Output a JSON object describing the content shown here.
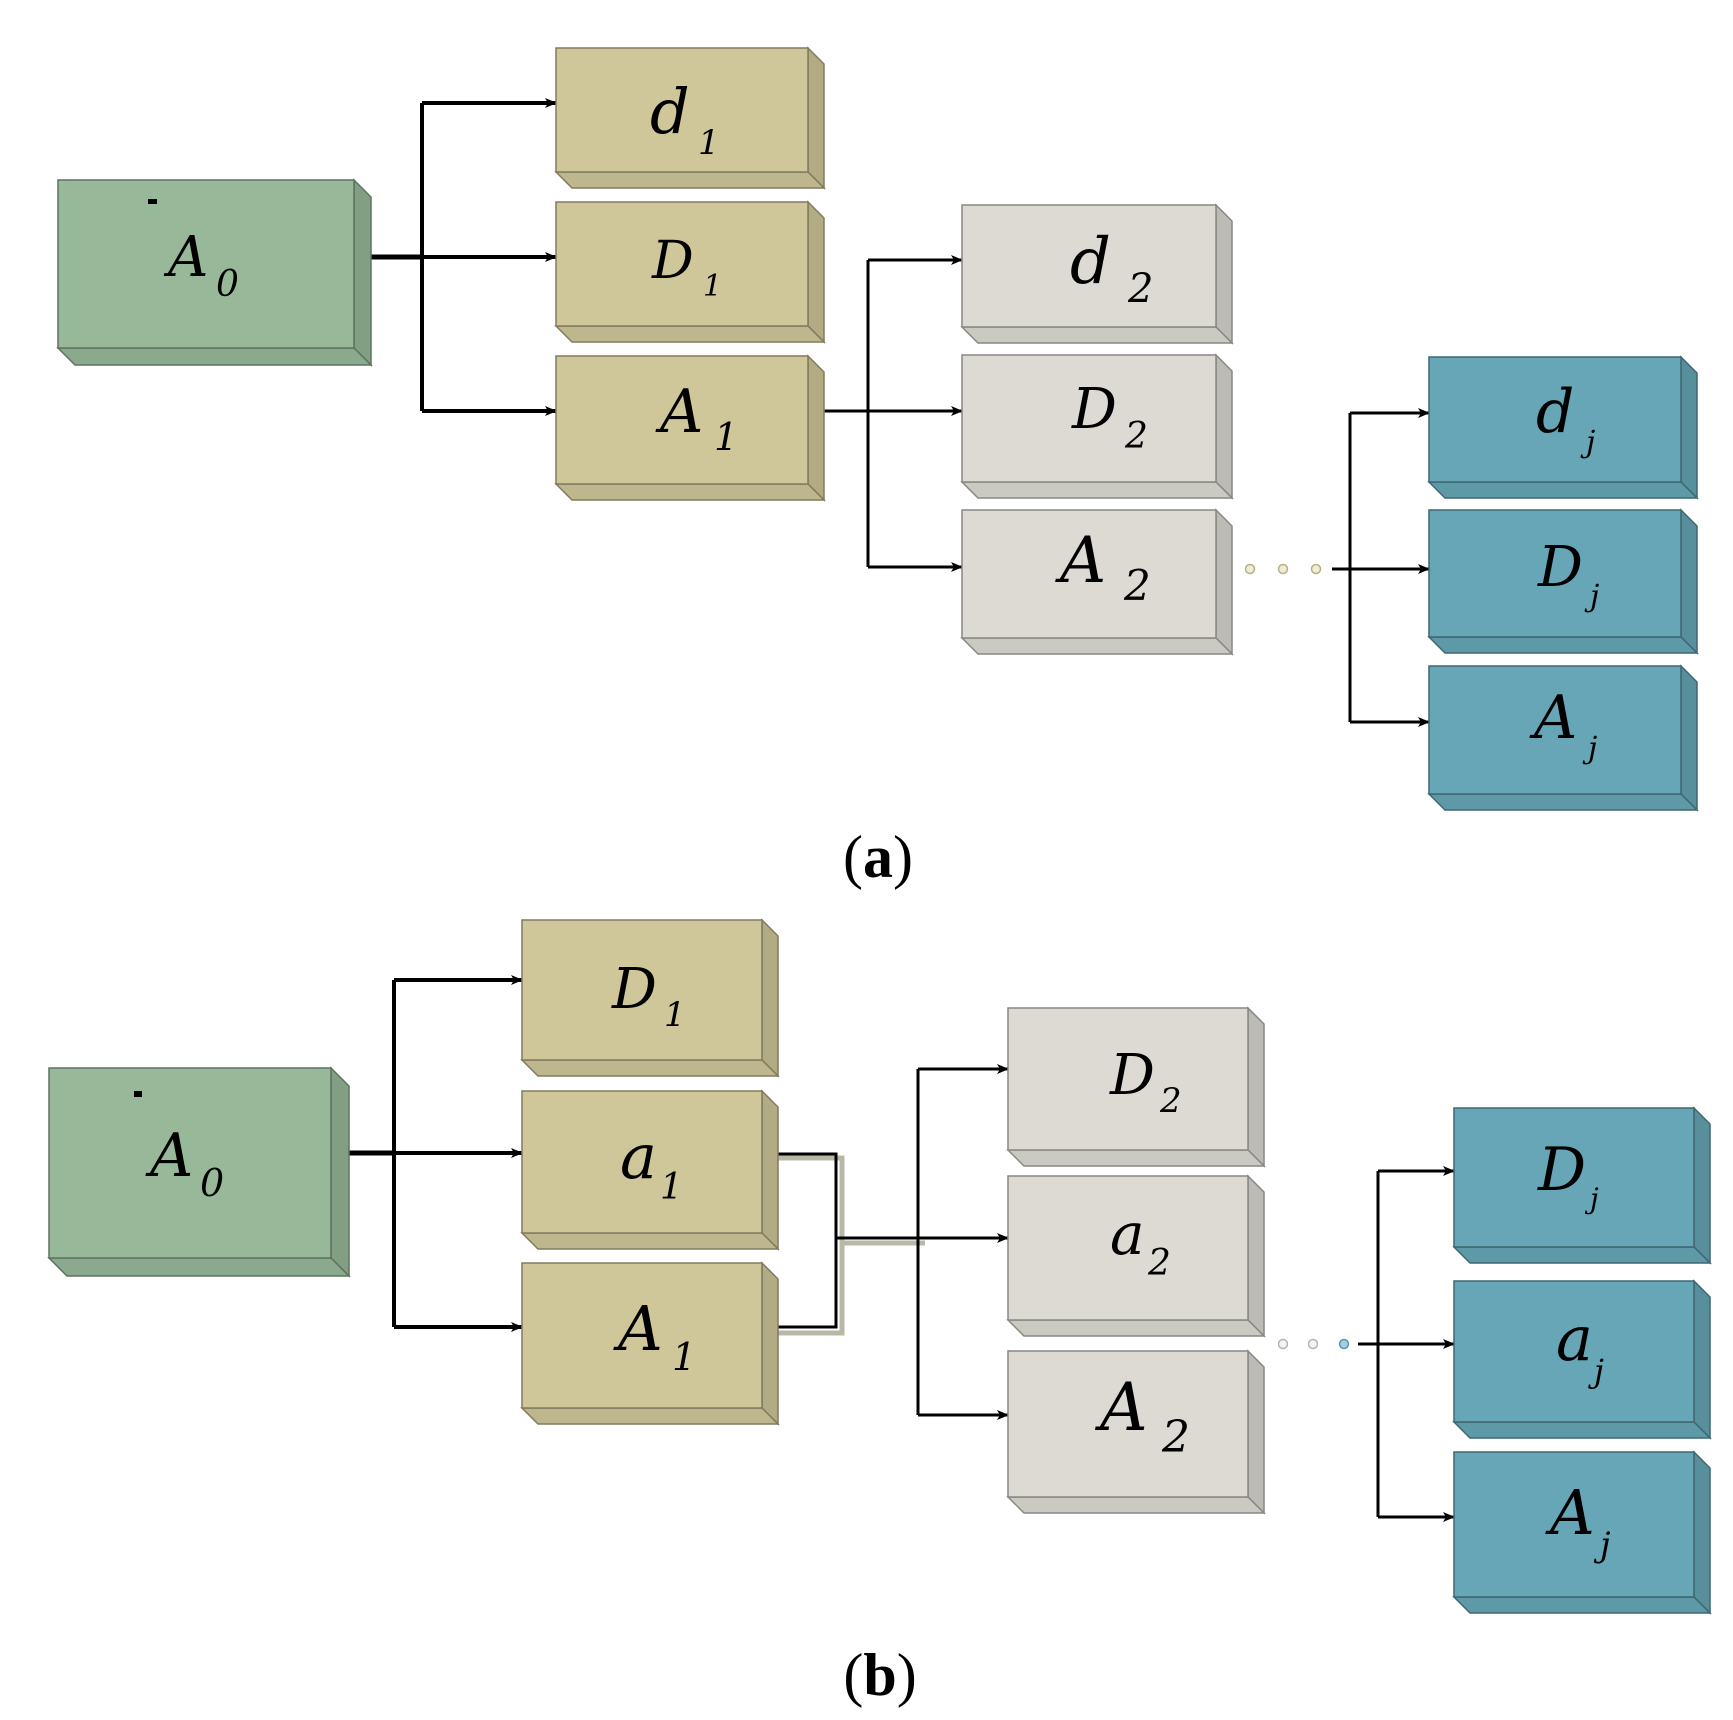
{
  "panel_a": {
    "caption_label": "a",
    "nodes": {
      "A0": {
        "main": "A",
        "sub": "0"
      },
      "d1": {
        "main": "d",
        "sub": "1"
      },
      "D1": {
        "main": "D",
        "sub": "1"
      },
      "A1": {
        "main": "A",
        "sub": "1"
      },
      "d2": {
        "main": "d",
        "sub": "2"
      },
      "D2": {
        "main": "D",
        "sub": "2"
      },
      "A2": {
        "main": "A",
        "sub": "2"
      },
      "dj": {
        "main": "d",
        "sub": "j"
      },
      "Dj": {
        "main": "D",
        "sub": "j"
      },
      "Aj": {
        "main": "A",
        "sub": "j"
      }
    }
  },
  "panel_b": {
    "caption_label": "b",
    "nodes": {
      "A0": {
        "main": "A",
        "sub": "0"
      },
      "D1": {
        "main": "D",
        "sub": "1"
      },
      "a1": {
        "main": "a",
        "sub": "1"
      },
      "A1": {
        "main": "A",
        "sub": "1"
      },
      "D2": {
        "main": "D",
        "sub": "2"
      },
      "a2": {
        "main": "a",
        "sub": "2"
      },
      "A2": {
        "main": "A",
        "sub": "2"
      },
      "Dj": {
        "main": "D",
        "sub": "j"
      },
      "aj": {
        "main": "a",
        "sub": "j"
      },
      "Aj": {
        "main": "A",
        "sub": "j"
      }
    }
  },
  "colors": {
    "level0_face": "#97b999",
    "level1_face": "#cfc79a",
    "level2_face": "#dcdad3",
    "levelj_face": "#66a6b6",
    "connector": "#000000"
  }
}
